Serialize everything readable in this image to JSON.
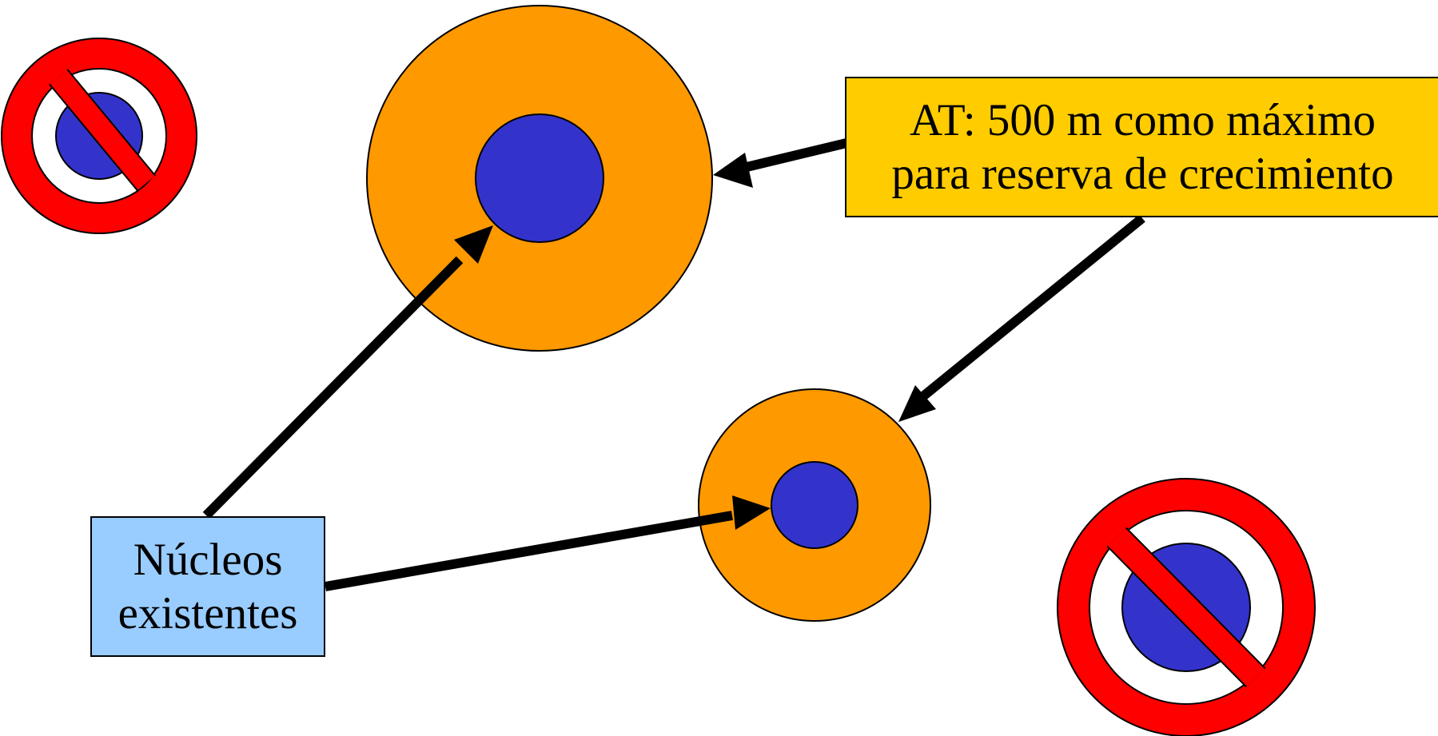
{
  "colors": {
    "background": "#ffffff",
    "reserve_zone": "#FF9900",
    "nucleus": "#3333CC",
    "prohibition": "#FF0000",
    "note_box": "#FFCC00",
    "nuclei_box": "#99CCFF",
    "arrow": "#000000",
    "outline": "#000000"
  },
  "icons": {
    "prohibited": "prohibition-sign-icon",
    "arrow": "arrow-icon"
  },
  "note_box": {
    "lines": [
      "AT: 500 m como máximo",
      "para reserva de crecimiento"
    ]
  },
  "nuclei_box": {
    "lines": [
      "Núcleos",
      "existentes"
    ]
  }
}
